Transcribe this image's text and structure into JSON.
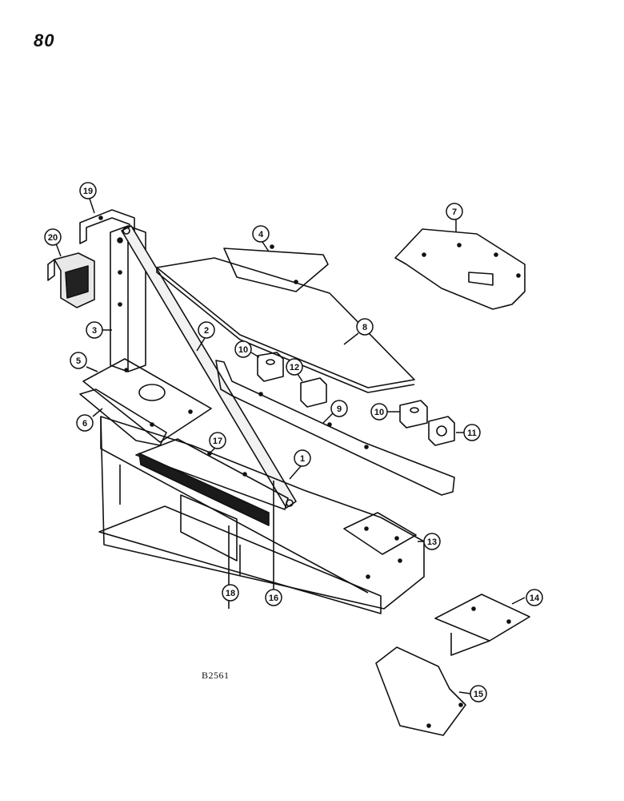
{
  "page": {
    "number": "80",
    "drawing_code": "B2561"
  },
  "callouts": [
    "1",
    "2",
    "3",
    "4",
    "5",
    "6",
    "7",
    "8",
    "9",
    "10",
    "10",
    "11",
    "12",
    "13",
    "14",
    "15",
    "16",
    "17",
    "18",
    "19",
    "20"
  ],
  "colors": {
    "ink": "#111111",
    "paper": "#ffffff"
  }
}
